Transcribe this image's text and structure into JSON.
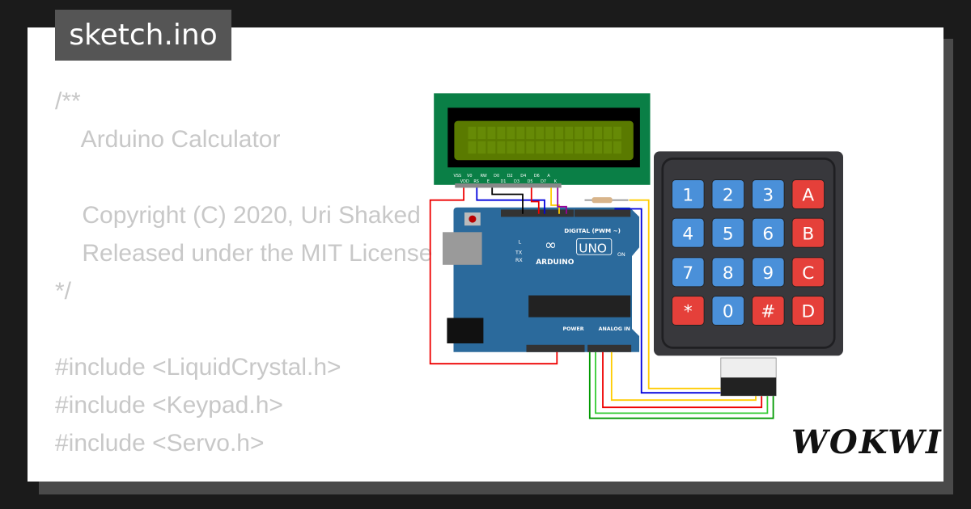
{
  "title": "sketch.ino",
  "code_lines": [
    "/**",
    "    Arduino Calculator",
    "",
    "    Copyright (C) 2020, Uri Shaked",
    "    Released under the MIT License",
    "*/",
    "",
    "#include <LiquidCrystal.h>",
    "#include <Keypad.h>",
    "#include <Servo.h>"
  ],
  "logo": "WOKWI",
  "lcd": {
    "pin_labels": [
      "VSS",
      "VDD",
      "V0",
      "RS",
      "RW",
      "E",
      "D0",
      "D1",
      "D2",
      "D3",
      "D4",
      "D5",
      "D6",
      "D7",
      "A",
      "K"
    ],
    "pin_first": "1",
    "pin_last": "16"
  },
  "arduino": {
    "brand": "ARDUINO",
    "model": "UNO",
    "digital_label": "DIGITAL (PWM ~)",
    "power_label": "POWER",
    "analog_label": "ANALOG IN",
    "on_label": "ON",
    "l_label": "L",
    "tx_label": "TX",
    "rx_label": "RX"
  },
  "keypad": {
    "keys": [
      "1",
      "2",
      "3",
      "A",
      "4",
      "5",
      "6",
      "B",
      "7",
      "8",
      "9",
      "C",
      "*",
      "0",
      "#",
      "D"
    ]
  },
  "colors": {
    "key_blue": "#4a90d9",
    "key_red": "#e5403a",
    "board_blue": "#2b6a9c",
    "lcd_green": "#0a7f46"
  }
}
